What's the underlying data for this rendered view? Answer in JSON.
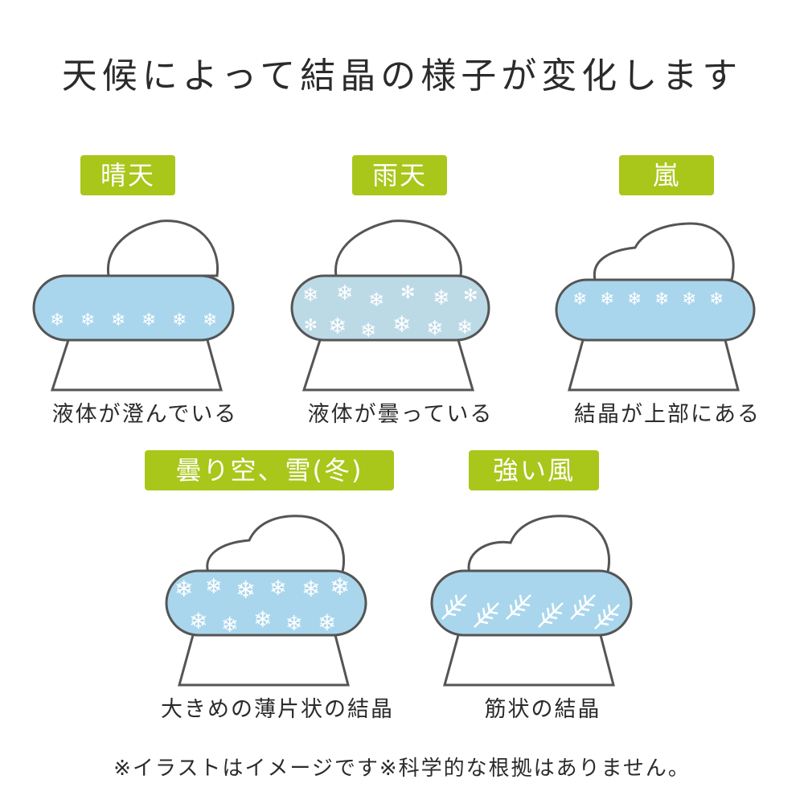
{
  "title": "天候によって結晶の様子が変化します",
  "accent_color": "#a9c61a",
  "liquid_color": "#a9d6ec",
  "panels": [
    {
      "badge": "晴天",
      "caption": "液体が澄んでいる",
      "crystal": "small-snowflakes-row"
    },
    {
      "badge": "雨天",
      "caption": "液体が曇っている",
      "crystal": "cloudy-snowflakes"
    },
    {
      "badge": "嵐",
      "caption": "結晶が上部にある",
      "crystal": "small-snowflakes-top"
    },
    {
      "badge": "曇り空、雪(冬)",
      "caption": "大きめの薄片状の結晶",
      "crystal": "large-snowflakes"
    },
    {
      "badge": "強い風",
      "caption": "筋状の結晶",
      "crystal": "feather-streaks"
    }
  ],
  "footnote": "※イラストはイメージです※科学的な根拠はありません。"
}
